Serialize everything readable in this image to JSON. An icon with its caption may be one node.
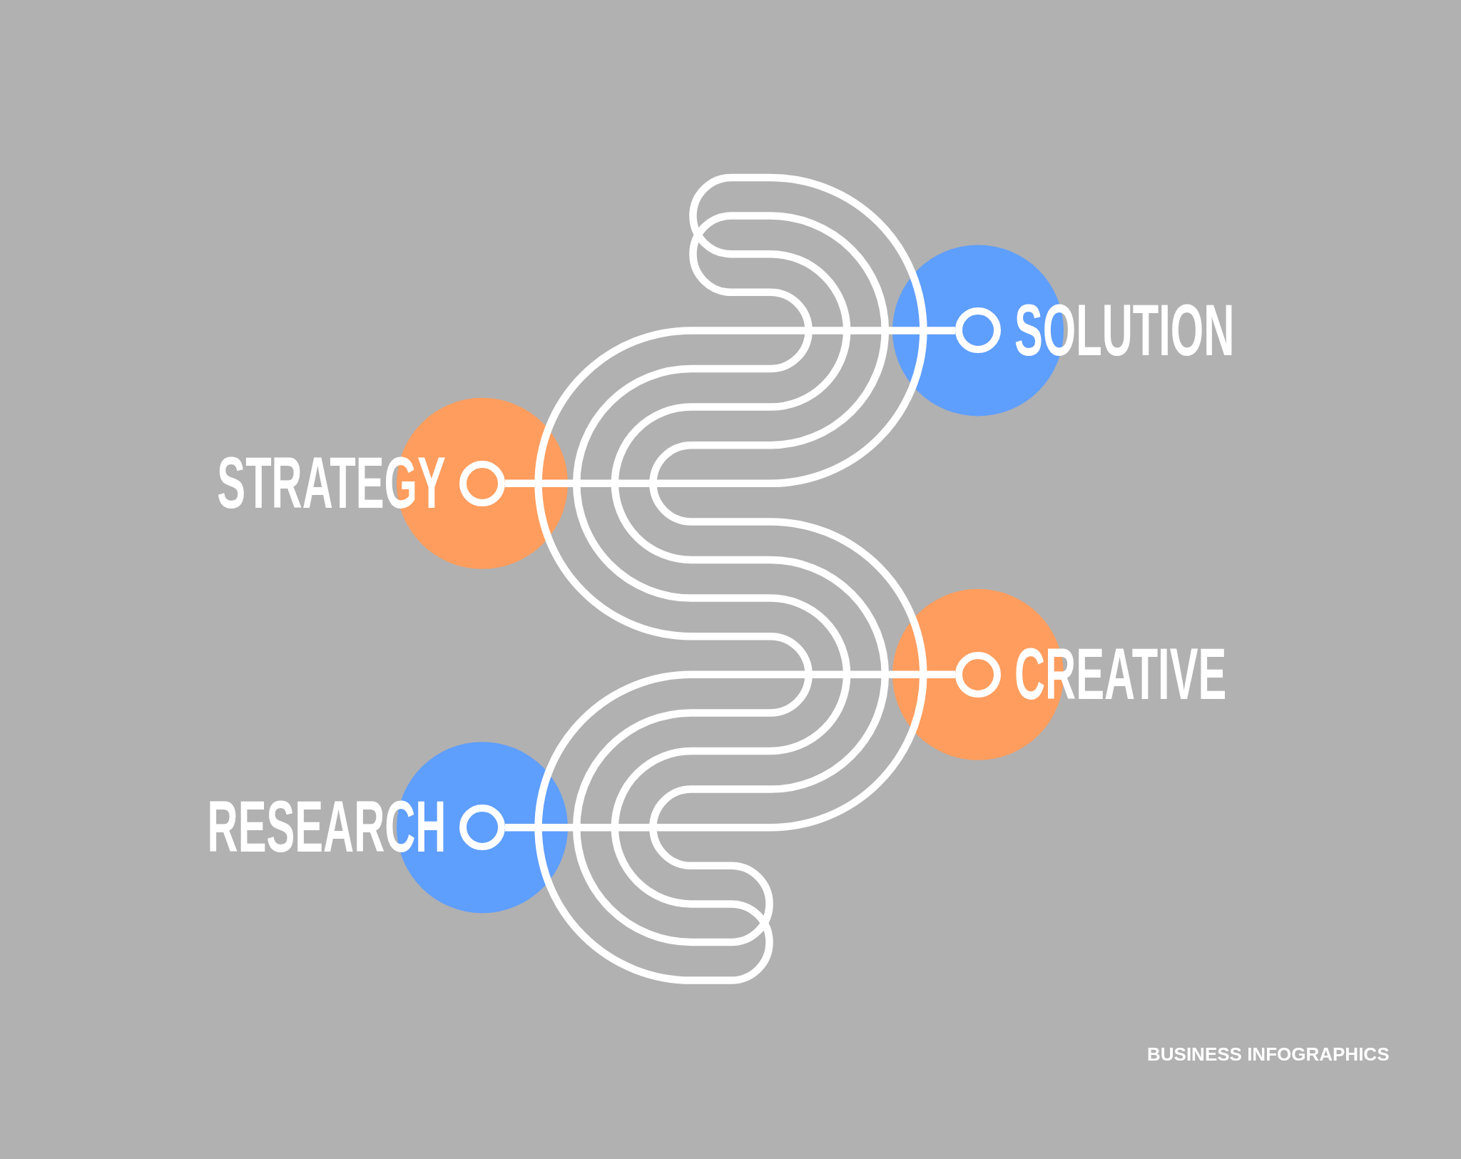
{
  "diagram": {
    "nodes": [
      {
        "text": [
          "SOLUTION"
        ]
      },
      {
        "text": [
          "STRATEGY"
        ]
      },
      {
        "text": [
          "CREATIVE"
        ]
      },
      {
        "text": [
          "RESEARCH"
        ]
      }
    ],
    "edges": [
      {
        "from": 1,
        "to": 0,
        "arrow": "none"
      },
      {
        "from": 3,
        "to": 2,
        "arrow": "none"
      }
    ],
    "labels": [
      "BUSINESS INFOGRAPHICS"
    ]
  }
}
